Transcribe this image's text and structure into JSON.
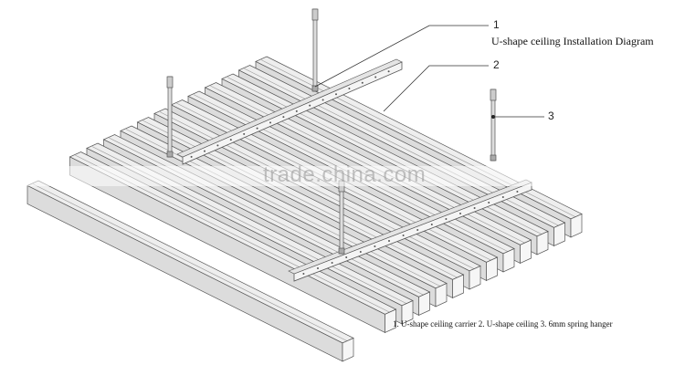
{
  "title": "U-shape  ceiling Installation Diagram",
  "callouts": [
    "1",
    "2",
    "3"
  ],
  "legend": "1. U-shape ceiling carrier  2.  U-shape ceiling   3.  6mm spring hanger",
  "watermark": "trade.china.com",
  "colors": {
    "line": "#555555",
    "face": "#eeeeee",
    "side": "#dcdcdc"
  }
}
